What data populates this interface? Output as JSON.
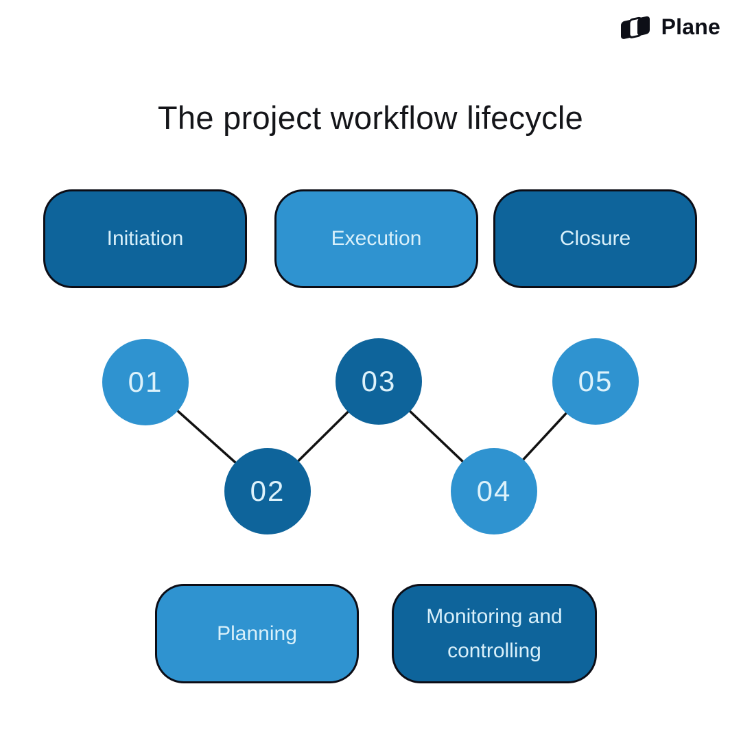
{
  "brand": {
    "name": "Plane",
    "logo_icon": "plane-logo-mark",
    "color": "#0d0f17"
  },
  "title": "The project workflow lifecycle",
  "colors": {
    "background": "#ffffff",
    "dark_blue": "#0e649b",
    "light_blue": "#2f93d0",
    "box_border": "#0c0d16",
    "label_text": "#d9f0fa",
    "connector_line": "#111111",
    "title_text": "#141519"
  },
  "top_boxes": [
    {
      "label": "Initiation",
      "tone": "dark"
    },
    {
      "label": "Execution",
      "tone": "light"
    },
    {
      "label": "Closure",
      "tone": "dark"
    }
  ],
  "steps": [
    {
      "number": "01",
      "tone": "light"
    },
    {
      "number": "02",
      "tone": "dark"
    },
    {
      "number": "03",
      "tone": "dark"
    },
    {
      "number": "04",
      "tone": "light"
    },
    {
      "number": "05",
      "tone": "light"
    }
  ],
  "bottom_boxes": [
    {
      "label": "Planning",
      "tone": "light"
    },
    {
      "label": "Monitoring and controlling",
      "tone": "dark"
    }
  ]
}
